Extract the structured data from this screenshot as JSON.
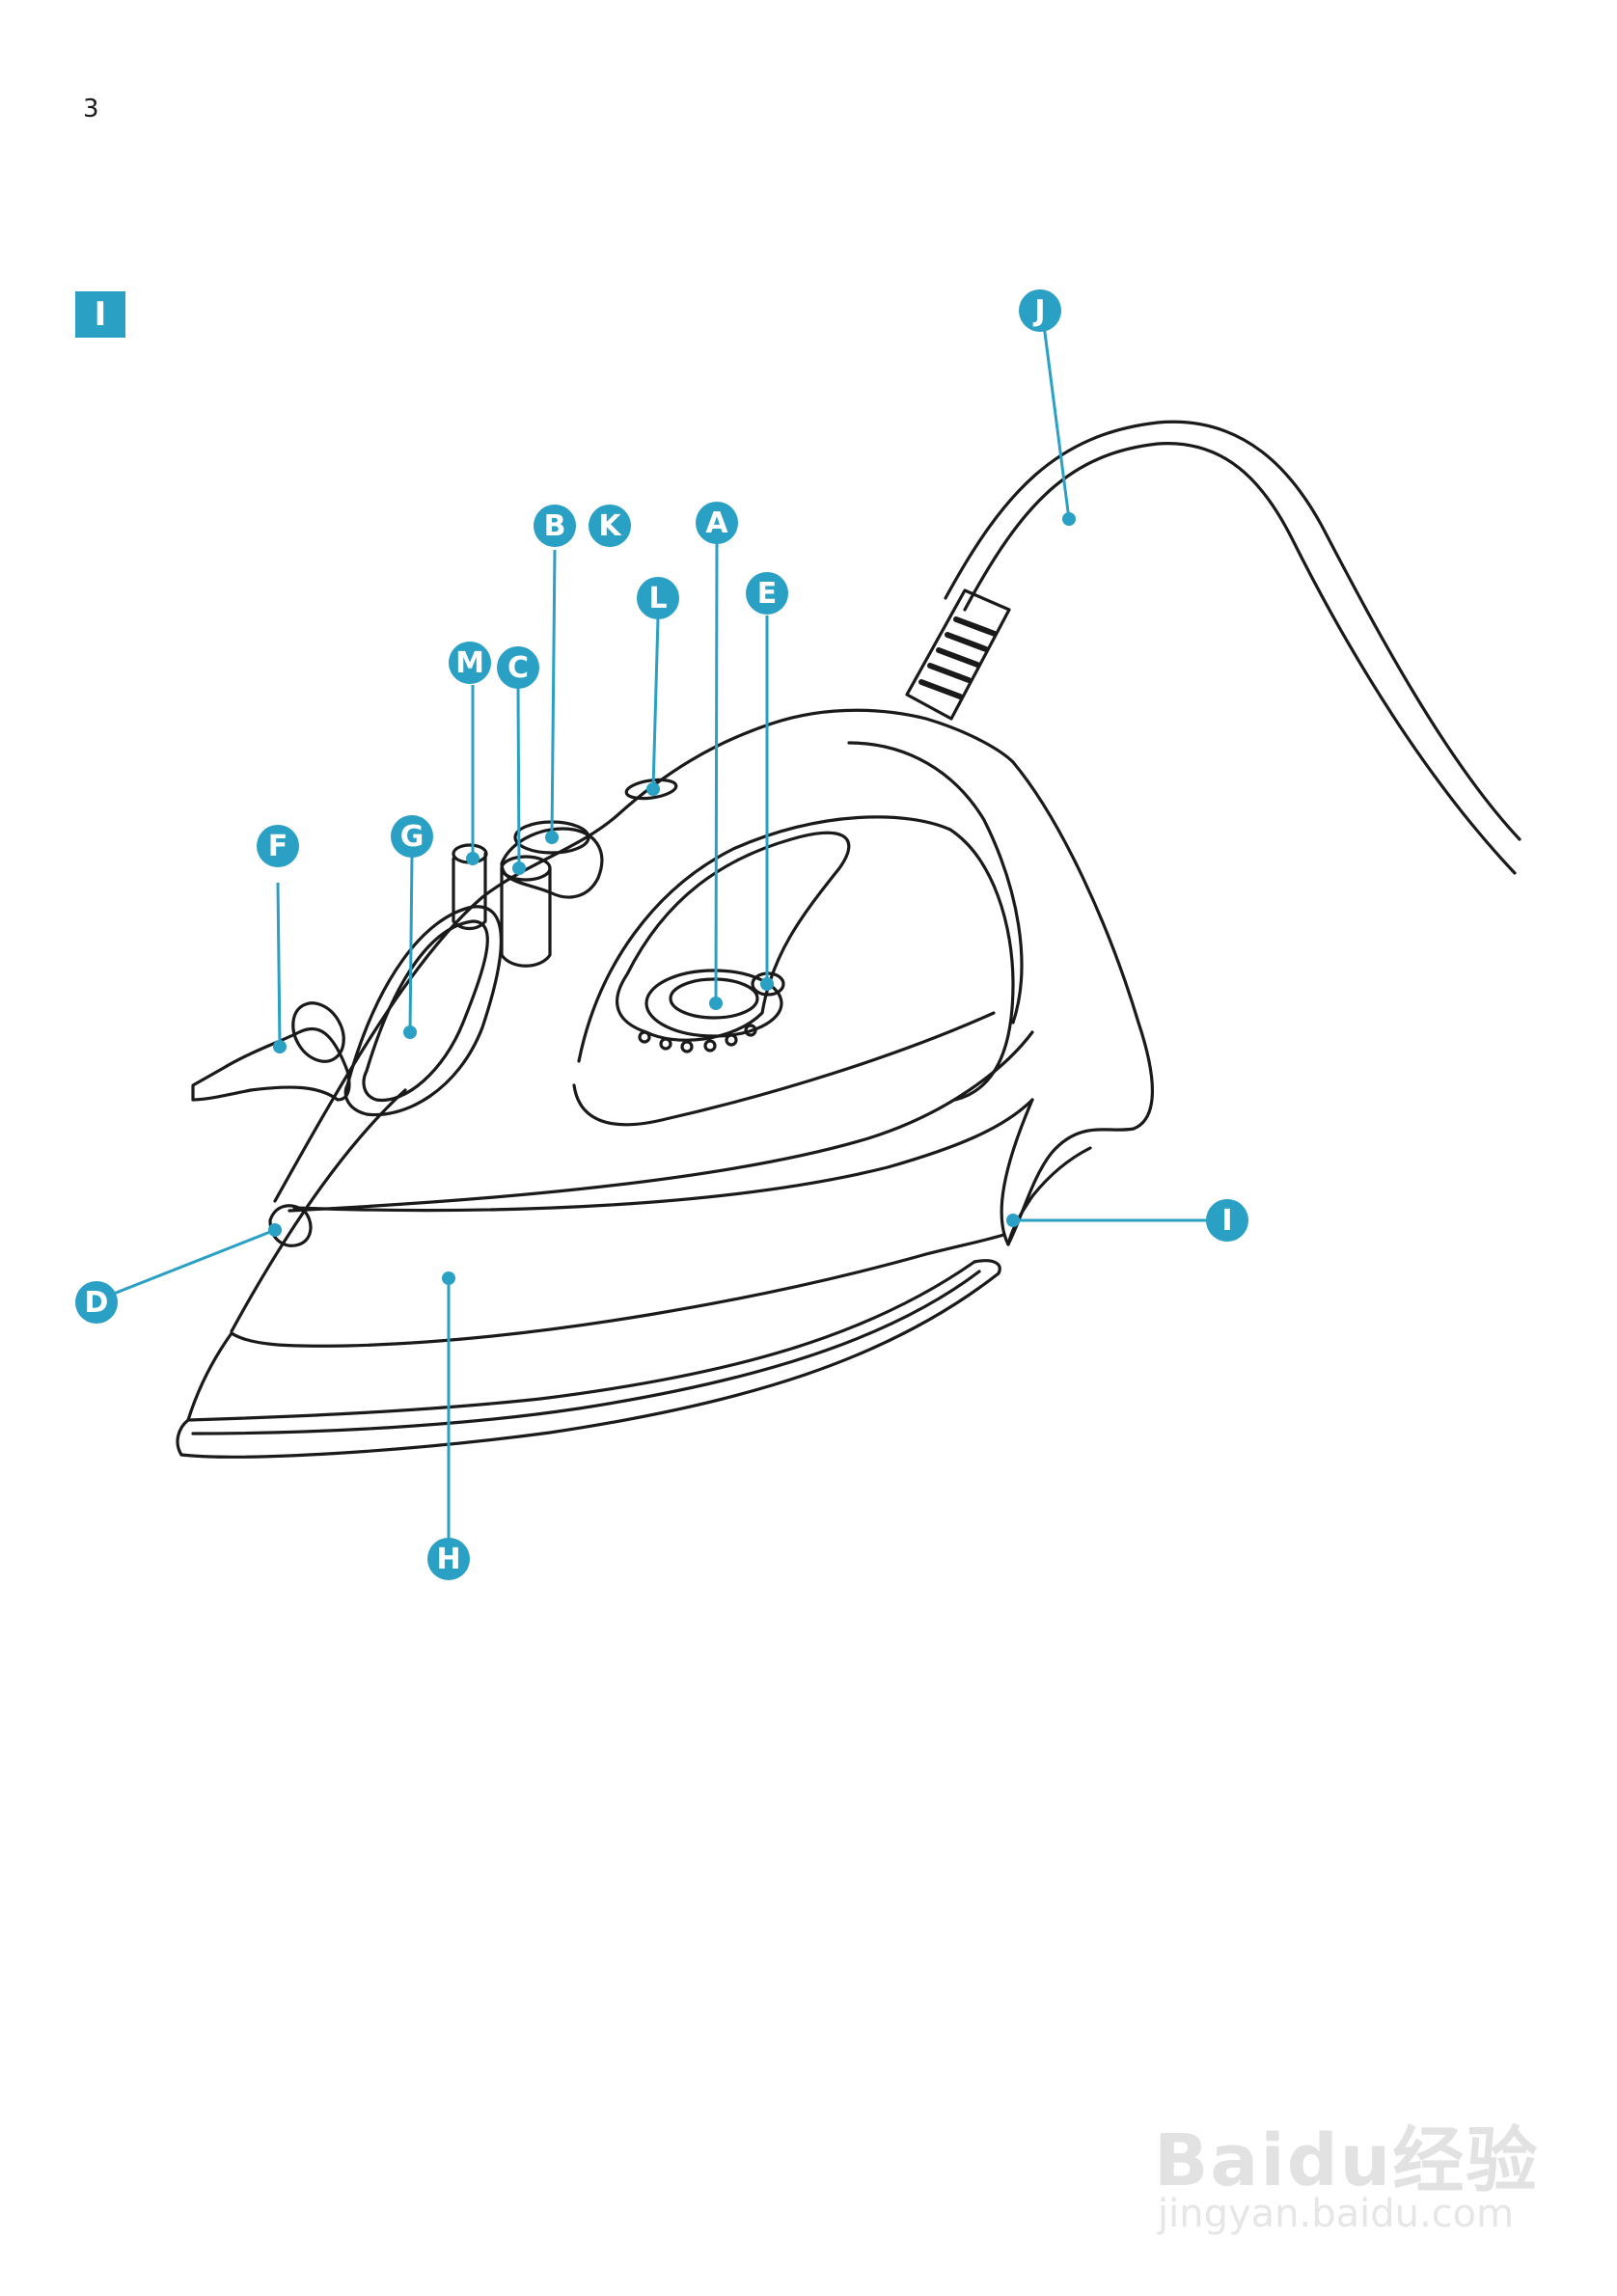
{
  "page_number": "3",
  "section_label": "I",
  "accent_color": "#2aa0c4",
  "callouts": [
    {
      "id": "callout-a",
      "letter": "A"
    },
    {
      "id": "callout-b",
      "letter": "B"
    },
    {
      "id": "callout-c",
      "letter": "C"
    },
    {
      "id": "callout-d",
      "letter": "D"
    },
    {
      "id": "callout-e",
      "letter": "E"
    },
    {
      "id": "callout-f",
      "letter": "F"
    },
    {
      "id": "callout-g",
      "letter": "G"
    },
    {
      "id": "callout-h",
      "letter": "H"
    },
    {
      "id": "callout-i",
      "letter": "I"
    },
    {
      "id": "callout-j",
      "letter": "J"
    },
    {
      "id": "callout-k",
      "letter": "K"
    },
    {
      "id": "callout-l",
      "letter": "L"
    },
    {
      "id": "callout-m",
      "letter": "M"
    }
  ],
  "watermark": {
    "brand": "Baidu经验",
    "url": "jingyan.baidu.com"
  }
}
